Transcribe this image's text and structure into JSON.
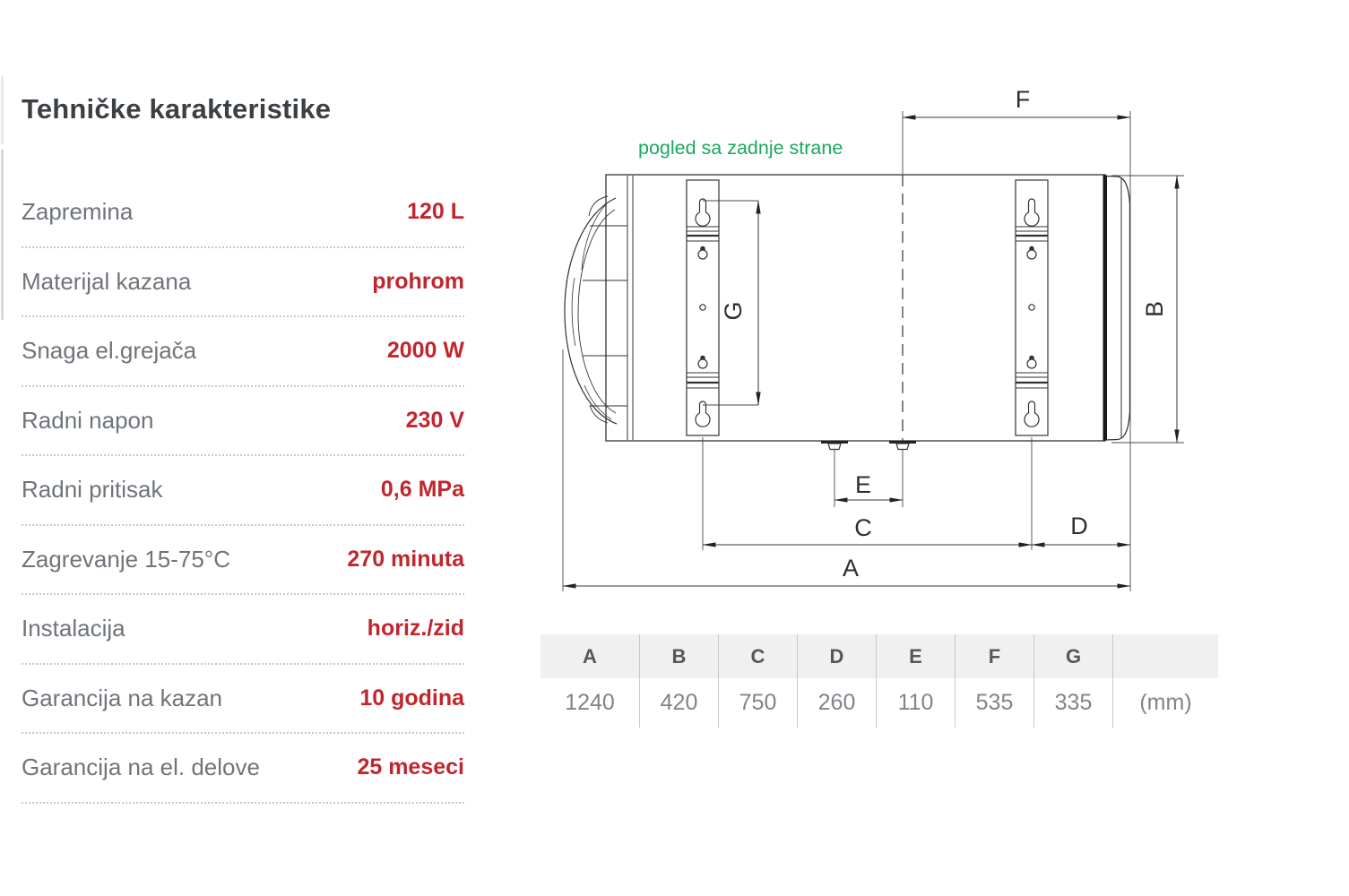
{
  "specs": {
    "title": "Tehničke karakteristike",
    "rows": [
      {
        "label": "Zapremina",
        "value": "120 L"
      },
      {
        "label": "Materijal kazana",
        "value": "prohrom"
      },
      {
        "label": "Snaga el.grejača",
        "value": "2000 W"
      },
      {
        "label": "Radni napon",
        "value": "230 V"
      },
      {
        "label": "Radni pritisak",
        "value": "0,6 MPa"
      },
      {
        "label": "Zagrevanje 15-75°C",
        "value": "270 minuta"
      },
      {
        "label": "Instalacija",
        "value": "horiz./zid"
      },
      {
        "label": "Garancija na kazan",
        "value": "10 godina"
      },
      {
        "label": "Garancija na el. delove",
        "value": "25 meseci"
      }
    ],
    "label_color": "#6f747a",
    "value_color": "#c1262e"
  },
  "diagram": {
    "caption": "pogled sa zadnje strane",
    "caption_color": "#18a95c",
    "labels": {
      "A": "A",
      "B": "B",
      "C": "C",
      "D": "D",
      "E": "E",
      "F": "F",
      "G": "G"
    }
  },
  "dims_table": {
    "columns": [
      {
        "header": "A",
        "value": "1240"
      },
      {
        "header": "B",
        "value": "420"
      },
      {
        "header": "C",
        "value": "750"
      },
      {
        "header": "D",
        "value": "260"
      },
      {
        "header": "E",
        "value": "110"
      },
      {
        "header": "F",
        "value": "535"
      },
      {
        "header": "G",
        "value": "335"
      },
      {
        "header": "",
        "value": "(mm)"
      }
    ],
    "unit": "(mm)"
  }
}
